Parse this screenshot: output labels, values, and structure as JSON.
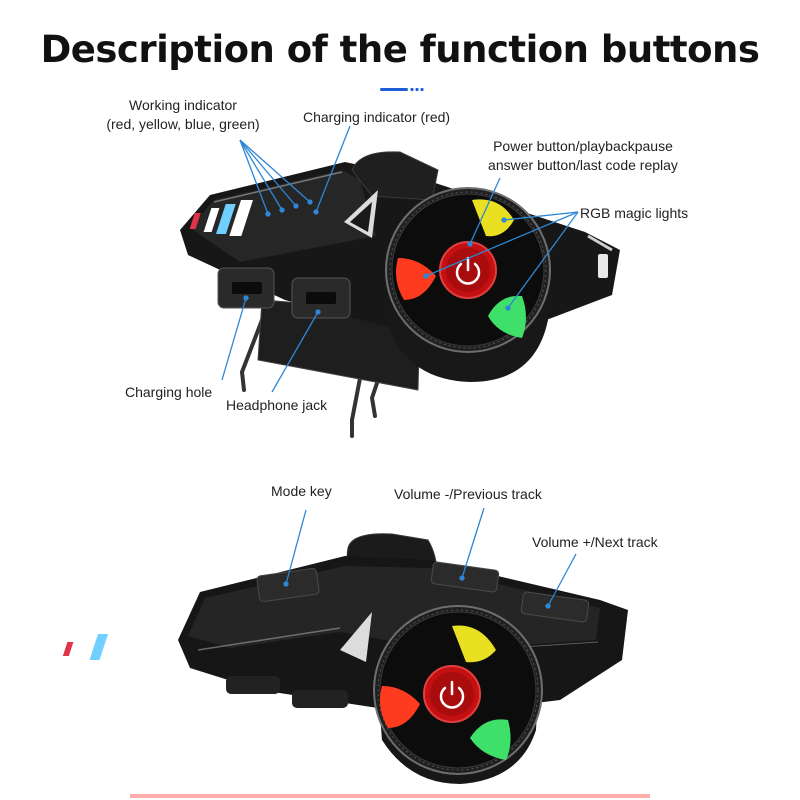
{
  "title": "Description of the function buttons",
  "accent_color": "#1e5fd8",
  "callouts": {
    "working_indicator_line1": "Working indicator",
    "working_indicator_line2": "(red, yellow, blue, green)",
    "charging_indicator": "Charging indicator (red)",
    "power_button_line1": "Power button/playbackpause",
    "power_button_line2": "answer button/last code replay",
    "rgb_lights": "RGB magic lights",
    "charging_hole": "Charging hole",
    "headphone_jack": "Headphone jack",
    "mode_key": "Mode key",
    "volume_minus": "Volume -/Previous track",
    "volume_plus": "Volume +/Next track"
  },
  "device_lights": {
    "indicator_colors": [
      "#e0334a",
      "#ffffff",
      "#6fd0ff",
      "#ffffff"
    ],
    "rgb_colors": {
      "red": "#ff3b1f",
      "yellow": "#e8e020",
      "green": "#3ee06a"
    },
    "power_button_color": "#c41010"
  }
}
